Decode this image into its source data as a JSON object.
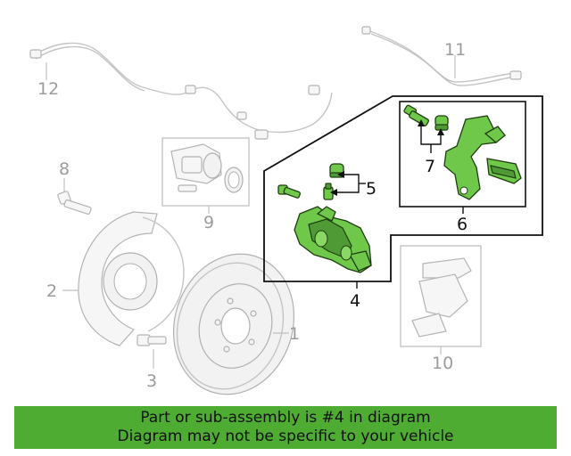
{
  "banner": {
    "line1": "Part or sub-assembly is #4 in diagram",
    "line2": "Diagram may not be specific to your vehicle"
  },
  "callouts": {
    "c1": "1",
    "c2": "2",
    "c3": "3",
    "c4": "4",
    "c5": "5",
    "c6": "6",
    "c7": "7",
    "c8": "8",
    "c9": "9",
    "c10": "10",
    "c11": "11",
    "c12": "12"
  },
  "highlight": {
    "part_number": "4",
    "highlighted_parts": [
      "4",
      "5",
      "6",
      "7"
    ],
    "highlight_color": "#6fc84a",
    "banner_color": "#4fac32"
  }
}
